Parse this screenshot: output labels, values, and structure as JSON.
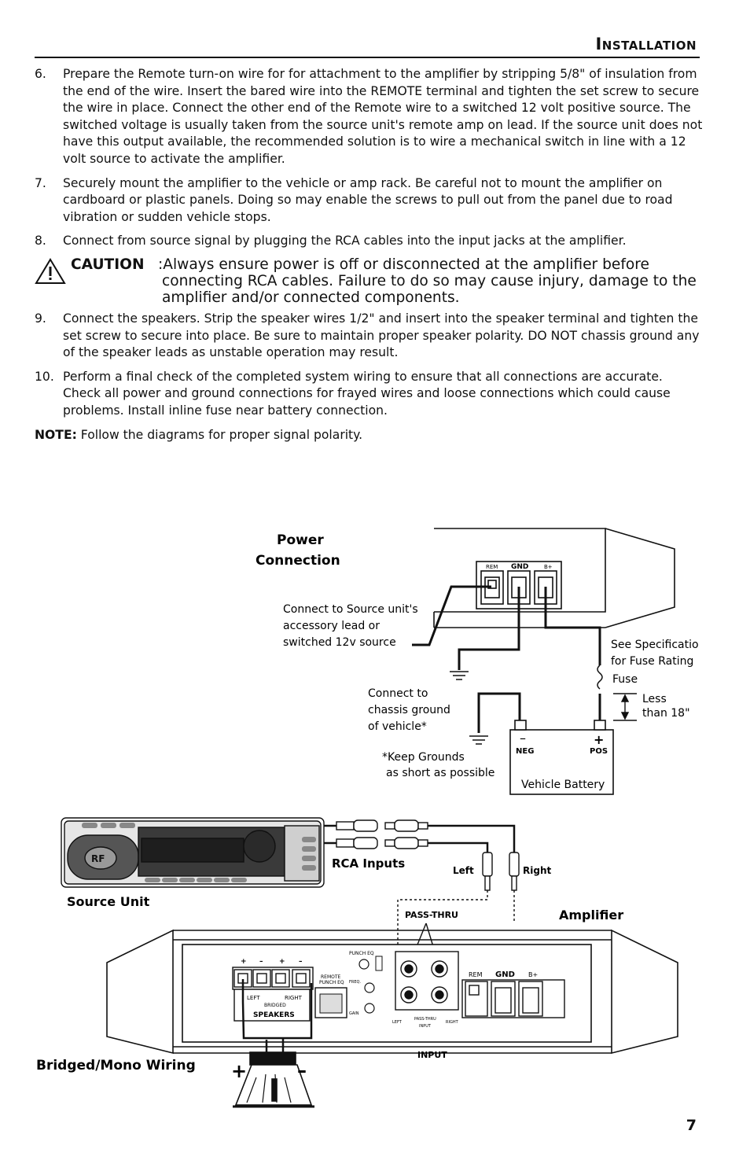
{
  "header": {
    "title": "Installation"
  },
  "steps": [
    {
      "num": "6.",
      "text": "Prepare the Remote turn-on wire for for attachment to the amplifier by stripping 5/8\" of insulation from the end of the wire. Insert the bared wire into the REMOTE terminal and tighten the set screw to secure the wire in place. Connect the other end of the Remote wire to a switched 12 volt positive source. The switched voltage is usually taken from the source unit's remote amp on lead. If the source unit does not have this output available, the recommended solution is to wire a mechanical switch in line with a 12 volt source to activate the amplifier."
    },
    {
      "num": "7.",
      "text": "Securely mount the amplifier to the vehicle or amp rack. Be careful not to mount the amplifier on cardboard or plastic panels. Doing so may enable the screws to pull out from the panel due to road vibration or sudden vehicle stops."
    },
    {
      "num": "8.",
      "text": "Connect from source signal by plugging the RCA cables into the input jacks at the amplifier."
    },
    {
      "num": "9.",
      "text": "Connect the speakers. Strip the speaker wires 1/2\" and insert into the speaker terminal and tighten the set screw to secure into place. Be sure to maintain proper speaker polarity. DO NOT chassis ground any of the speaker leads as unstable operation may result."
    },
    {
      "num": "10.",
      "text": "Perform a final check of the completed system wiring to ensure that all connections are accurate. Check all power and ground connections for frayed wires and loose connections which could cause problems. Install inline fuse near battery connection."
    }
  ],
  "caution": {
    "label": "CAUTION",
    "line1": ":Always ensure power is off or disconnected at the amplifier before",
    "line2": "connecting RCA cables. Failure to do so may cause injury, damage to the amplifier and/or connected components."
  },
  "note": {
    "label": "NOTE:",
    "text": " Follow the diagrams for proper signal polarity."
  },
  "diagram": {
    "power_title_1": "Power",
    "power_title_2": "Connection",
    "rem": "REM",
    "gnd": "GND",
    "bplus": "B+",
    "source_note_1": "Connect to Source unit's",
    "source_note_2": "accessory lead or",
    "source_note_3": "switched 12v source",
    "spec_1": "See Specificatio",
    "spec_2": "for Fuse Rating",
    "fuse": "Fuse",
    "less_1": "Less",
    "less_2": "than 18\"",
    "chassis_1": "Connect to",
    "chassis_2": "chassis ground",
    "chassis_3": "of vehicle*",
    "grounds_1": "*Keep Grounds",
    "grounds_2": "as short as possible",
    "neg": "NEG",
    "pos": "POS",
    "minus": "–",
    "plus": "+",
    "battery": "Vehicle Battery",
    "rca_inputs": "RCA Inputs",
    "left": "Left",
    "right": "Right",
    "source_unit": "Source Unit",
    "pass_thru": "PASS-THRU",
    "amplifier": "Amplifier",
    "punch_eq": "PUNCH EQ",
    "remote_1": "REMOTE",
    "remote_2": "PUNCH EQ",
    "spk_left": "LEFT",
    "spk_right": "RIGHT",
    "bridged": "BRIDGED",
    "speakers": "SPEAKERS",
    "input": "INPUT",
    "in_left": "LEFT",
    "in_right": "RIGHT",
    "in_pass": "PASS-THRU",
    "in_input": "INPUT",
    "freq": "FREQ.",
    "gain": "GAIN",
    "bridged_title": "Bridged/Mono Wiring",
    "spk_plus": "+",
    "spk_minus": "–",
    "term_signs": [
      "+",
      "–",
      "+",
      "–"
    ]
  },
  "page_number": "7"
}
